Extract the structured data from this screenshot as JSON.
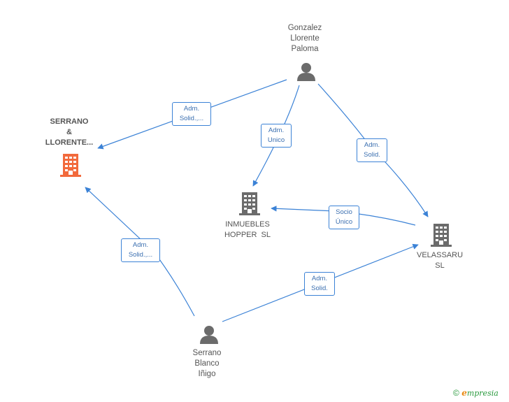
{
  "colors": {
    "edge": "#3b82d6",
    "person_icon": "#6b6b6b",
    "company_icon": "#6b6b6b",
    "main_company_icon": "#f26a3c"
  },
  "nodes": {
    "gonzalez": {
      "lines": [
        "Gonzalez",
        "Llorente",
        "Paloma"
      ],
      "kind": "person"
    },
    "serrano_llorente": {
      "lines": [
        "SERRANO",
        "&",
        "LLORENTE..."
      ],
      "kind": "company-main"
    },
    "inmuebles": {
      "lines": [
        "INMUEBLES",
        "HOPPER  SL"
      ],
      "kind": "company"
    },
    "velassaru": {
      "lines": [
        "VELASSARU",
        "SL"
      ],
      "kind": "company"
    },
    "serrano_blanco": {
      "lines": [
        "Serrano",
        "Blanco",
        "Iñigo"
      ],
      "kind": "person"
    }
  },
  "edges": {
    "e1": {
      "lines": [
        "Adm.",
        "Solid.,..."
      ]
    },
    "e2": {
      "lines": [
        "Adm.",
        "Unico"
      ]
    },
    "e3": {
      "lines": [
        "Adm.",
        "Solid."
      ]
    },
    "e4": {
      "lines": [
        "Socio",
        "Único"
      ]
    },
    "e5": {
      "lines": [
        "Adm.",
        "Solid.,..."
      ]
    },
    "e6": {
      "lines": [
        "Adm.",
        "Solid."
      ]
    }
  },
  "footer": {
    "copyright": "©",
    "brand_first": "e",
    "brand_rest": "mpresia"
  }
}
